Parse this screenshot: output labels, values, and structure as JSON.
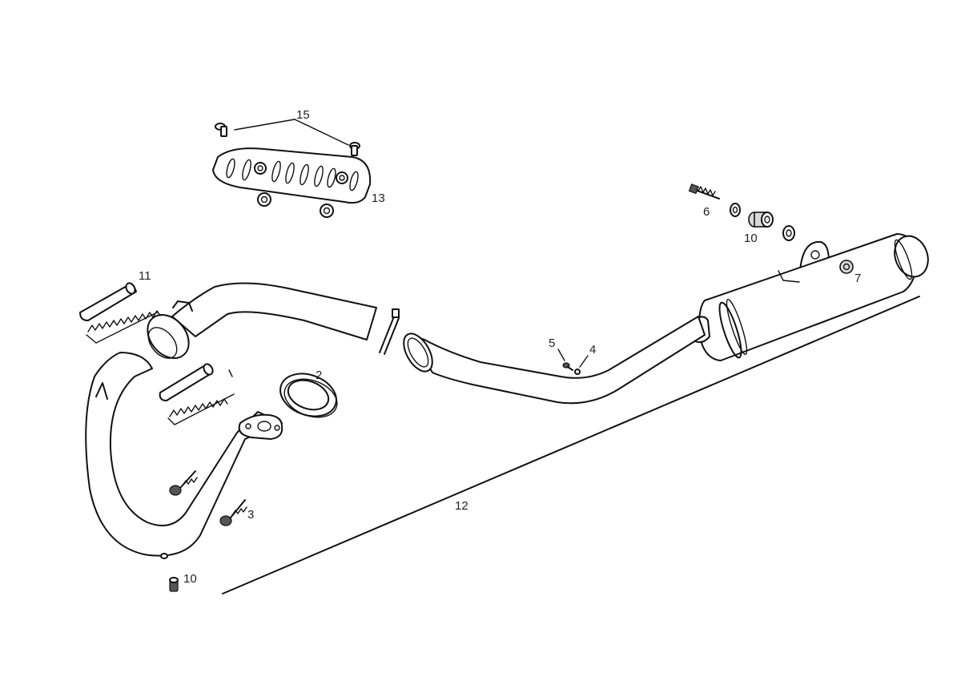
{
  "callouts": {
    "c15": "15",
    "c13": "13",
    "c6": "6",
    "c10_top": "10",
    "c7": "7",
    "c11": "11",
    "c2": "2",
    "c5": "5",
    "c4": "4",
    "c3": "3",
    "c12": "12",
    "c10_bottom": "10"
  }
}
